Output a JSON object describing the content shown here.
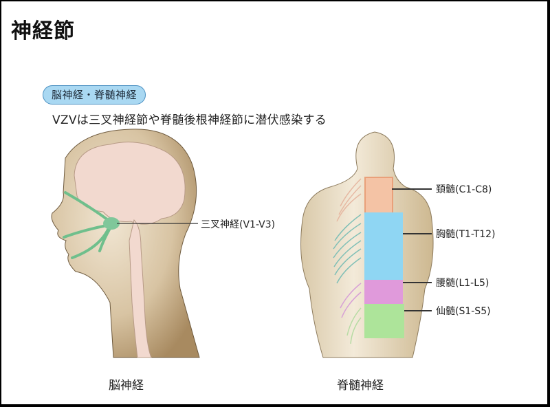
{
  "title": "神経節",
  "section_pill": "脳神経・脊髄神経",
  "subtitle": "VZVは三叉神経節や脊髄後根神経節に潜伏感染する",
  "head_figure": {
    "caption": "脳神経",
    "nerve_label": "三叉神経(V1-V3)",
    "colors": {
      "skin": "#c9b393",
      "brain": "#f2d9cf",
      "nerve": "#7fc79a"
    }
  },
  "back_figure": {
    "caption": "脊髄神経",
    "segments": [
      {
        "label": "頚髄(C1-C8)",
        "color": "#f4c3a5",
        "border": "#e9a07a"
      },
      {
        "label": "胸髄(T1-T12)",
        "color": "#8fd6f3",
        "border": "#8fd6f3"
      },
      {
        "label": "腰髄(L1-L5)",
        "color": "#e09adb",
        "border": "#e09adb"
      },
      {
        "label": "仙髄(S1-S5)",
        "color": "#ade49a",
        "border": "#ade49a"
      }
    ]
  }
}
